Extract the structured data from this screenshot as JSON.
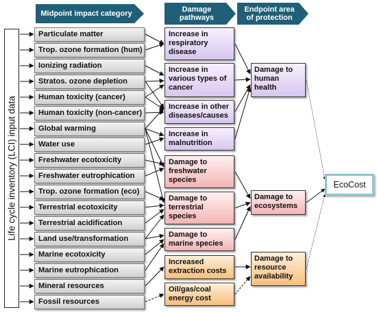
{
  "headers": {
    "midpoint": "Midpoint impact category",
    "pathways": "Damage pathways",
    "endpoint": "Endpoint area of protection"
  },
  "lci_label": "Life cycle inventory (LCI) input data",
  "midpoints": [
    "Particulate matter",
    "Trop. ozone formation (hum)",
    "Ionizing radiation",
    "Stratos. ozone depletion",
    "Human toxicity (cancer)",
    "Human toxicity (non-cancer)",
    "Global warming",
    "Water use",
    "Freshwater ecotoxicity",
    "Freshwater eutrophication",
    "Trop. ozone formation (eco)",
    "Terrestrial ecotoxicity",
    "Terrestrial acidification",
    "Land use/transformation",
    "Marine ecotoxicity",
    "Marine eutrophication",
    "Mineral resources",
    "Fossil resources"
  ],
  "pathways": [
    "Increase in respiratory disease",
    "Increase in various types of cancer",
    "Increase in other diseases/causes",
    "Increase in malnutrition",
    "Damage to freshwater species",
    "Damage to terrestrial species",
    "Damage to marine species",
    "Increased extraction costs",
    "Oil/gas/coal energy cost"
  ],
  "endpoints": [
    "Damage to human health",
    "Damage to ecosystems",
    "Damage to resource availability"
  ],
  "result": "EcoCost",
  "colors": {
    "banner": "#1f5f78",
    "human_health": "#d7c6ee",
    "ecosystems": "#f4b4b4",
    "resources": "#f6bf7c",
    "result_border": "#8fc4d8"
  }
}
